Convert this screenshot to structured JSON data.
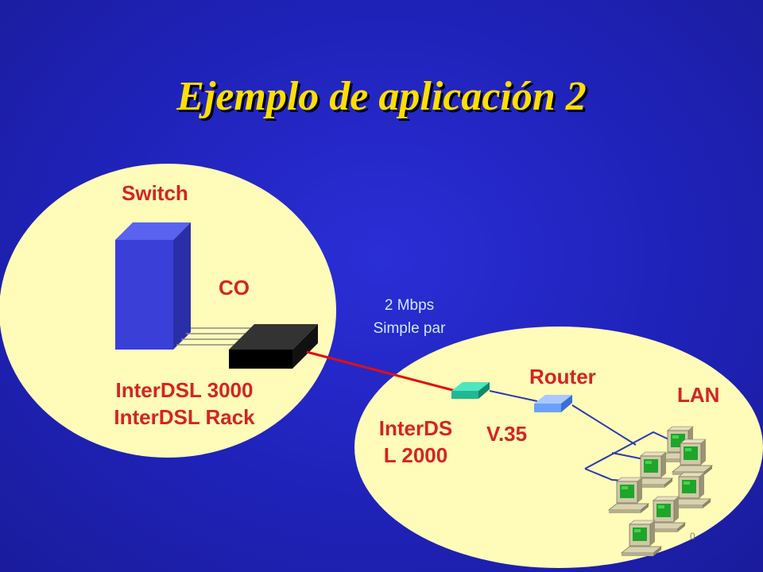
{
  "slide": {
    "title": "Ejemplo de aplicación 2"
  },
  "central_office": {
    "switch_label": "Switch",
    "co_label": "CO",
    "device_line1": "InterDSL 3000",
    "device_line2": "InterDSL Rack"
  },
  "link": {
    "speed": "2 Mbps",
    "medium": "Simple par",
    "line_color": "#e01010"
  },
  "customer": {
    "router_label": "Router",
    "lan_label": "LAN",
    "modem_line1": "InterDS",
    "modem_line2": "L 2000",
    "interface_label": "V.35"
  },
  "page_number": "0",
  "colors": {
    "background": "#1f22b8",
    "title": "#ffdf00",
    "label_red": "#d42424",
    "bubble": "#fffbb8",
    "modem": "#22c7a0",
    "router": "#6aa0ff",
    "lan_wire": "#2a3ab0"
  }
}
